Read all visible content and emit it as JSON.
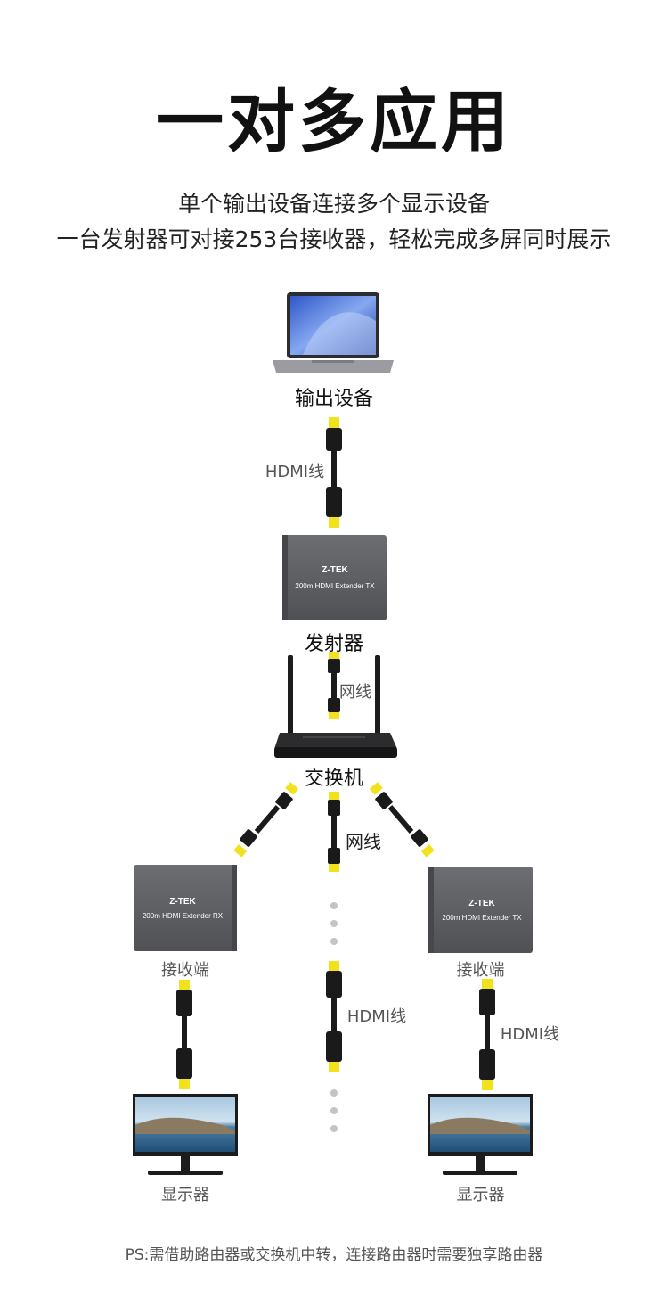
{
  "title": "一对多应用",
  "subtitle_line1": "单个输出设备连接多个显示设备",
  "subtitle_line2": "一台发射器可对接253台接收器，轻松完成多屏同时展示",
  "labels": {
    "output_device": "输出设备",
    "hdmi_cable": "HDMI线",
    "transmitter": "发射器",
    "network_cable": "网线",
    "switch": "交换机",
    "receiver": "接收端",
    "display": "显示器"
  },
  "devices": {
    "brand": "Z-TEK",
    "tx_model": "200m HDMI Extender TX",
    "rx_model": "200m HDMI Extender RX"
  },
  "footnote": "PS:需借助路由器或交换机中转，连接路由器时需要独享路由器",
  "colors": {
    "connector_yellow": "#f2e21b",
    "cable_black": "#1a1a1a",
    "device_gray": "#5d5f63"
  }
}
